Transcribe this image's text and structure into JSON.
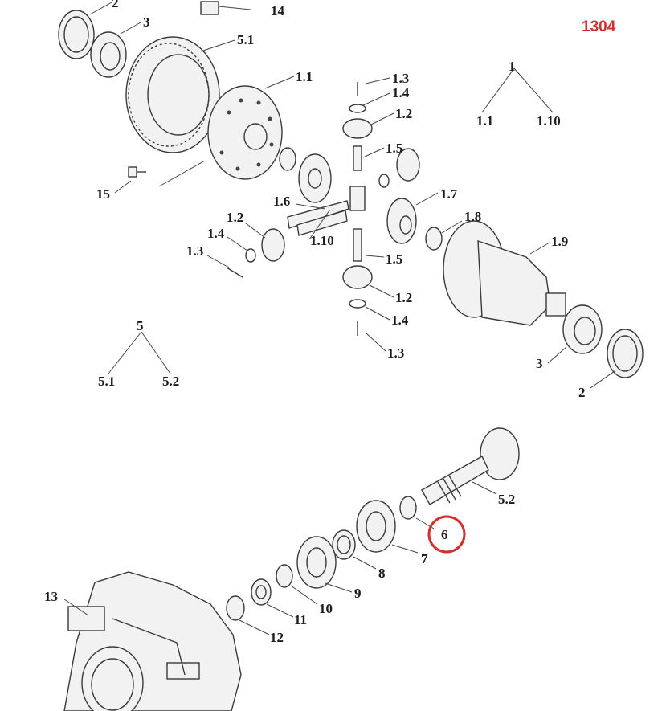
{
  "diagram": {
    "code": "1304",
    "highlight_label": "6",
    "accent_color": "#d32f2f",
    "labels": {
      "l2_top": "2",
      "l3_top": "3",
      "l14": "14",
      "l5_1_top": "5.1",
      "l1_1": "1.1",
      "l1_3_a": "1.3",
      "l1_4_a": "1.4",
      "l1_2_a": "1.2",
      "l1_5_a": "1.5",
      "l15": "15",
      "l1_6": "1.6",
      "l1_7": "1.7",
      "l1_8": "1.8",
      "l1_9": "1.9",
      "l1_2_b": "1.2",
      "l1_4_b": "1.4",
      "l1_3_b": "1.3",
      "l1_10": "1.10",
      "l1_5_b": "1.5",
      "l1_2_c": "1.2",
      "l1_4_c": "1.4",
      "l1_3_c": "1.3",
      "l3_right": "3",
      "l2_right": "2",
      "tree1_root": "1",
      "tree1_left": "1.1",
      "tree1_right": "1.10",
      "tree5_root": "5",
      "tree5_left": "5.1",
      "tree5_right": "5.2",
      "l5_2": "5.2",
      "l7": "7",
      "l8": "8",
      "l9": "9",
      "l10": "10",
      "l11": "11",
      "l12": "12",
      "l13": "13"
    }
  }
}
